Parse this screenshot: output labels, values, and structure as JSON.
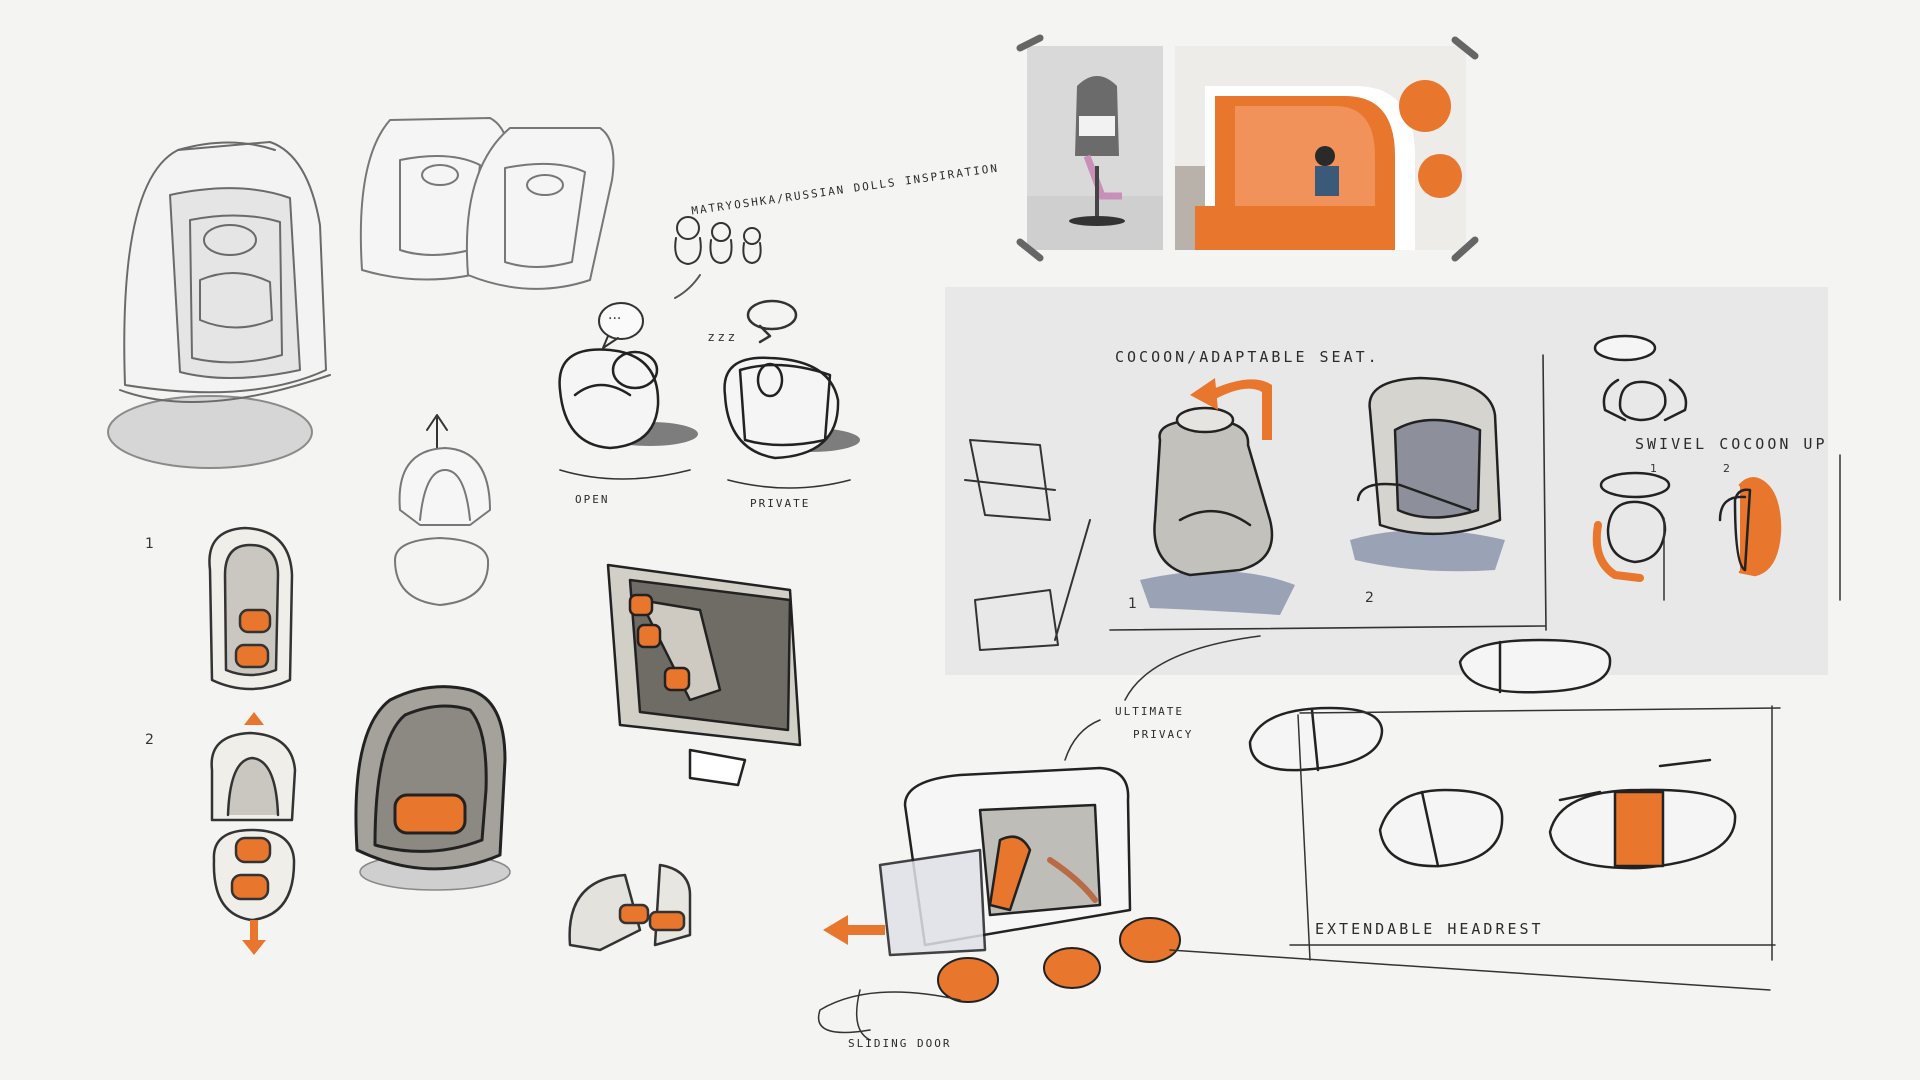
{
  "labels": {
    "matryoshka": "MATRYOSHKA/RUSSIAN DOLLS INSPIRATION",
    "open": "OPEN",
    "private": "PRIVATE",
    "cocoon": "COCOON/ADAPTABLE SEAT.",
    "swivel": "SWIVEL COCOON UP",
    "ultimate": "ULTIMATE",
    "privacy": "PRIVACY",
    "extendable": "EXTENDABLE HEADREST",
    "sliding": "SLIDING DOOR"
  },
  "numbers": {
    "one": "1",
    "two": "2",
    "zzz": "z z z",
    "dots": "..."
  },
  "colors": {
    "accent": "#e8762d",
    "pencil": "#555555",
    "ink": "#222222",
    "marker_gray": "#b9b8b4",
    "shadow_blue": "#9aa2b6"
  },
  "icons": {
    "up_arrow": "arrow-up-icon",
    "rotate": "rotate-icon",
    "speech": "speech-bubble-icon",
    "pin": "pin-icon"
  }
}
